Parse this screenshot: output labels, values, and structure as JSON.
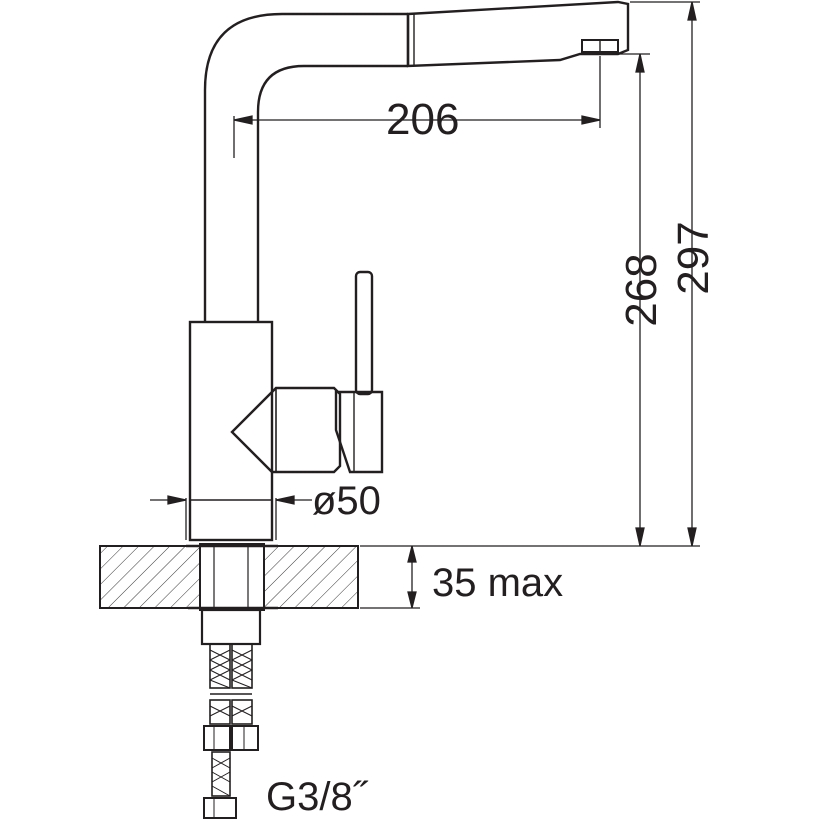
{
  "drawing": {
    "subject": "faucet",
    "dimensions": {
      "spout_reach": "206",
      "outlet_height": "268",
      "total_height": "297",
      "base_diameter": "ø50",
      "counter_thickness": "35 max",
      "connection_thread": "G3/8˝"
    },
    "colors": {
      "ink": "#231f20",
      "paper": "#ffffff"
    }
  }
}
